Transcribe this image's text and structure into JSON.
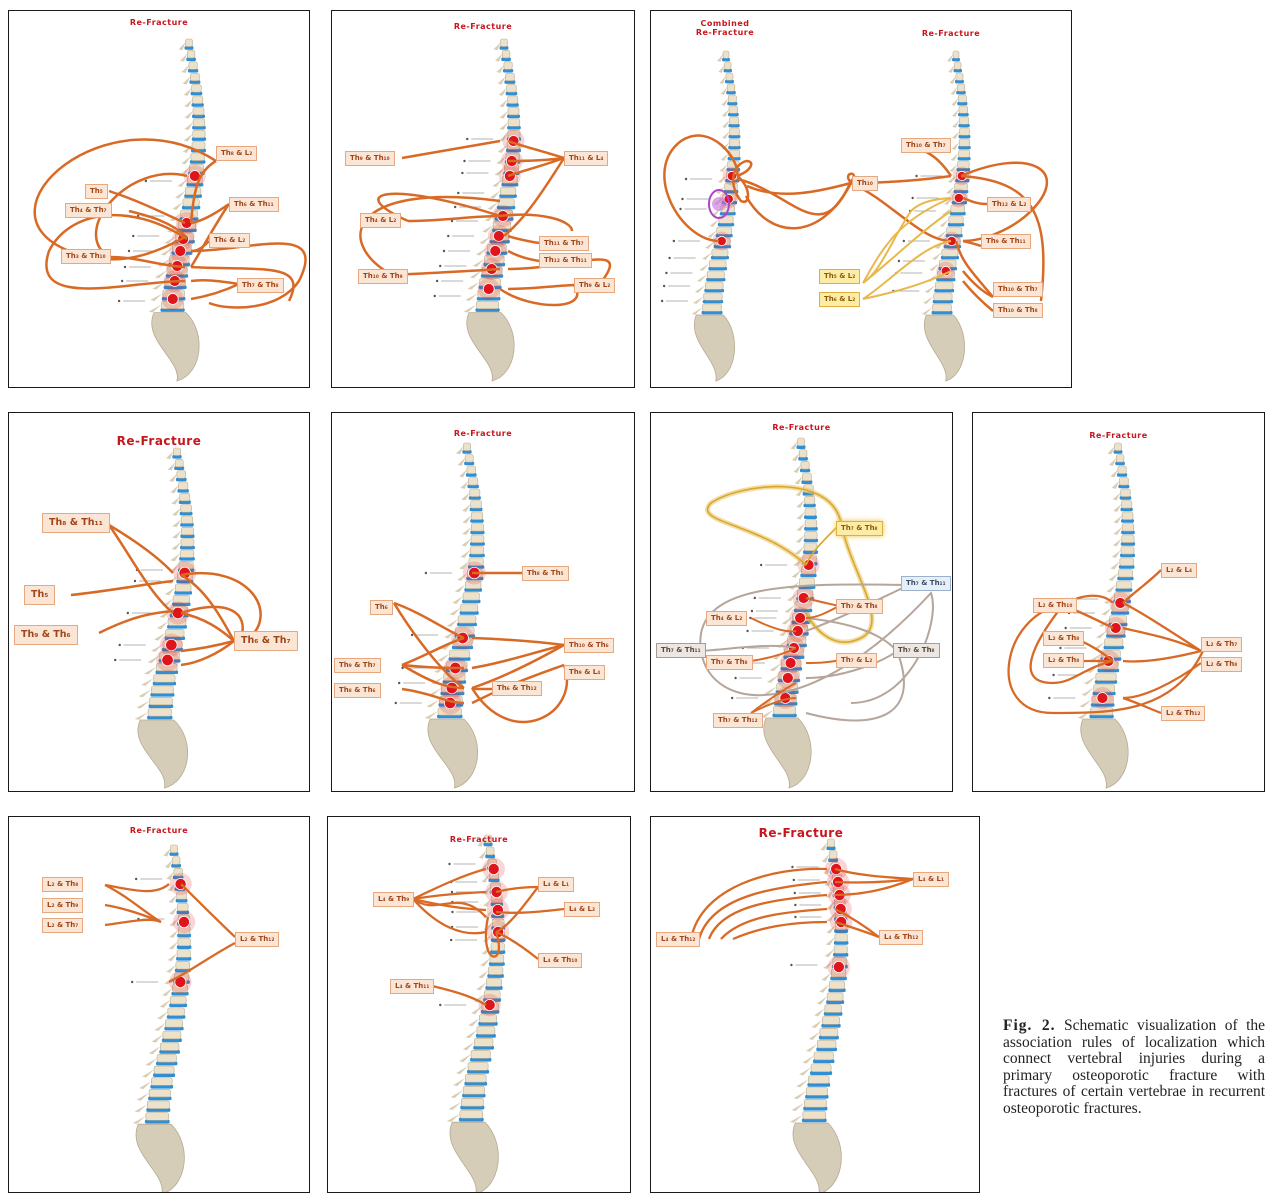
{
  "panels": [
    {
      "title": "Re-Fracture",
      "labels": [
        "Th₈ & L₂",
        "Th₅",
        "Th₄ & Th₇",
        "Th₆ & Th₁₁",
        "Th₆ & L₂",
        "Th₃ & Th₁₀",
        "Th₇ & Th₈"
      ]
    },
    {
      "title": "Re-Fracture",
      "labels": [
        "Th₉ & Th₁₀",
        "Th₁₁ & L₄",
        "Th₄ & L₂",
        "Th₁₁ & Th₇",
        "Th₁₂ & Th₁₁",
        "Th₁₀ & Th₉",
        "Th₉ & L₂"
      ]
    },
    {
      "title": "Re-Fracture",
      "title_combined": "Combined\nRe-Fracture",
      "labels": [
        "Th₁₀ & Th₇",
        "Th₁₀",
        "Th₁₂ & L₂",
        "Th₉ & Th₁₁",
        "Th₅ & L₂",
        "Th₆ & L₂",
        "Th₁₀ & Th₇",
        "Th₁₀ & Th₈"
      ]
    },
    {
      "title": "Re-Fracture",
      "labels": [
        "Th₈ & Th₁₁",
        "Th₅",
        "Th₉ & Th₆",
        "Th₆ & Th₇"
      ]
    },
    {
      "title": "Re-Fracture",
      "labels": [
        "Th₆",
        "Th₈ & Th₅",
        "Th₉ & Th₇",
        "Th₈ & Th₆",
        "Th₁₀ & Th₆",
        "Th₉ & L₄",
        "Th₆ & Th₁₂"
      ]
    },
    {
      "title": "Re-Fracture",
      "labels": [
        "Th₇ & Th₈",
        "Th₇ & Th₁₁",
        "Th₄ & L₂",
        "Th₇ & Th₈",
        "Th₇ & Th₁₁",
        "Th₇ & Th₈",
        "Th₇ & L₂",
        "Th₇ & Th₈",
        "Th₇ & Th₁₂"
      ]
    },
    {
      "title": "Re-Fracture",
      "labels": [
        "L₂ & L₄",
        "L₂ & Th₁₀",
        "L₂ & Th₈",
        "L₂ & Th₈",
        "L₂ & Th₇",
        "L₂ & Th₈",
        "L₂ & Th₁₂"
      ]
    },
    {
      "title": "Re-Fracture",
      "labels": [
        "L₂ & Th₈",
        "L₂ & Th₉",
        "L₂ & Th₇",
        "L₂ & Th₁₂"
      ]
    },
    {
      "title": "Re-Fracture",
      "labels": [
        "L₄ & Th₉",
        "L₄ & L₁",
        "L₄ & L₂",
        "L₄ & Th₁₀",
        "L₄ & Th₁₁"
      ]
    },
    {
      "title": "Re-Fracture",
      "labels": [
        "L₄ & L₁",
        "L₄ & Th₁₂",
        "L₄ & Th₁₂"
      ]
    }
  ],
  "caption": {
    "label": "Fig.  2.",
    "text": "Schematic visualization of the association rules of localization which connect vertebral injuries during a primary osteoporotic fracture with fractures of certain vertebrae in recurrent osteoporotic fractures."
  },
  "colors": {
    "title": "#c8161d",
    "connector": "#d96a25",
    "vertebra_fill": "#ece2cb",
    "disc": "#2f8ed4",
    "fracture": "#e0151b",
    "label_bg": "#fbe6d6"
  }
}
